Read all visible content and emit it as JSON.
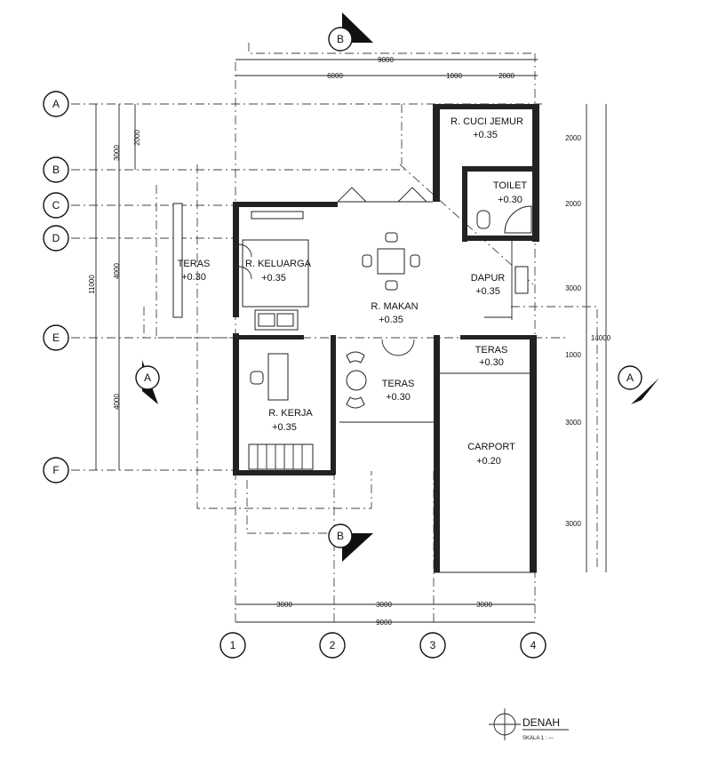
{
  "grid": {
    "rows": [
      "A",
      "B",
      "C",
      "D",
      "E",
      "F"
    ],
    "cols": [
      "1",
      "2",
      "3",
      "4"
    ],
    "section_a": "A",
    "section_b": "B"
  },
  "rooms": {
    "cuci_jemur": {
      "name": "R. CUCI JEMUR",
      "level": "+0.35"
    },
    "toilet": {
      "name": "TOILET",
      "level": "+0.30"
    },
    "teras_left": {
      "name": "TERAS",
      "level": "+0.30"
    },
    "keluarga": {
      "name": "R. KELUARGA",
      "level": "+0.35"
    },
    "dapur": {
      "name": "DAPUR",
      "level": "+0.35"
    },
    "makan": {
      "name": "R. MAKAN",
      "level": "+0.35"
    },
    "teras_right": {
      "name": "TERAS",
      "level": "+0.30"
    },
    "teras_mid": {
      "name": "TERAS",
      "level": "+0.30"
    },
    "kerja": {
      "name": "R. KERJA",
      "level": "+0.35"
    },
    "carport": {
      "name": "CARPORT",
      "level": "+0.20"
    }
  },
  "dims": {
    "top_total": "9000",
    "top_a": "6000",
    "top_b": "1000",
    "top_c": "2000",
    "bottom_a": "3000",
    "bottom_b": "3000",
    "bottom_c": "3000",
    "bottom_total": "9000",
    "left_1": "2000",
    "left_2": "3000",
    "left_3": "4000",
    "left_4": "11000",
    "left_5": "4000",
    "right_1": "2000",
    "right_2": "2000",
    "right_3": "3000",
    "right_4": "1000",
    "right_5": "3000",
    "right_6": "3000",
    "right_total": "14000"
  },
  "title": {
    "main": "DENAH",
    "scale": "SKALA 1 : ---"
  }
}
